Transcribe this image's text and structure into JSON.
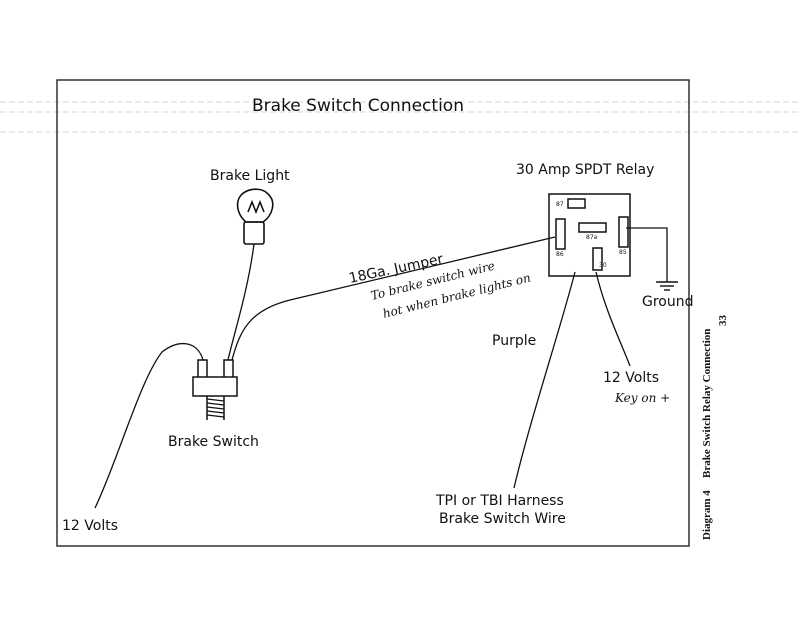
{
  "title": "Brake Switch Connection",
  "labels": {
    "brake_light": "Brake Light",
    "brake_switch": "Brake Switch",
    "left_12v": "12 Volts",
    "relay_title": "30 Amp SPDT Relay",
    "jumper": "18Ga. Jumper",
    "note_line1": "To brake switch wire",
    "note_line2": "hot when brake lights on",
    "ground": "Ground",
    "purple": "Purple",
    "right_12v": "12 Volts",
    "key_on": "Key on +",
    "harness_line1": "TPI or TBI Harness",
    "harness_line2": "Brake Switch Wire"
  },
  "relay_pins": {
    "p87": "87",
    "p87a": "87a",
    "p86": "86",
    "p85": "85",
    "p30": "30"
  },
  "side_caption": {
    "page_number": "33",
    "diagram_label": "Diagram 4",
    "caption": "Brake Switch Relay Connection"
  }
}
